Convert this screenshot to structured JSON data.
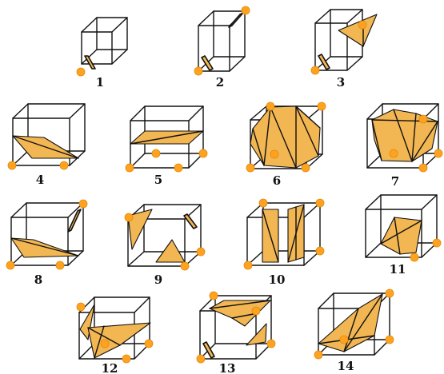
{
  "colors": {
    "triangle_fill": "#f2b652",
    "vertex_marker": "#ffa21f",
    "edge": "#111111"
  },
  "cases": [
    {
      "label": "1"
    },
    {
      "label": "2"
    },
    {
      "label": "3"
    },
    {
      "label": "4"
    },
    {
      "label": "5"
    },
    {
      "label": "6"
    },
    {
      "label": "7"
    },
    {
      "label": "8"
    },
    {
      "label": "9"
    },
    {
      "label": "10"
    },
    {
      "label": "11"
    },
    {
      "label": "12"
    },
    {
      "label": "13"
    },
    {
      "label": "14"
    }
  ]
}
